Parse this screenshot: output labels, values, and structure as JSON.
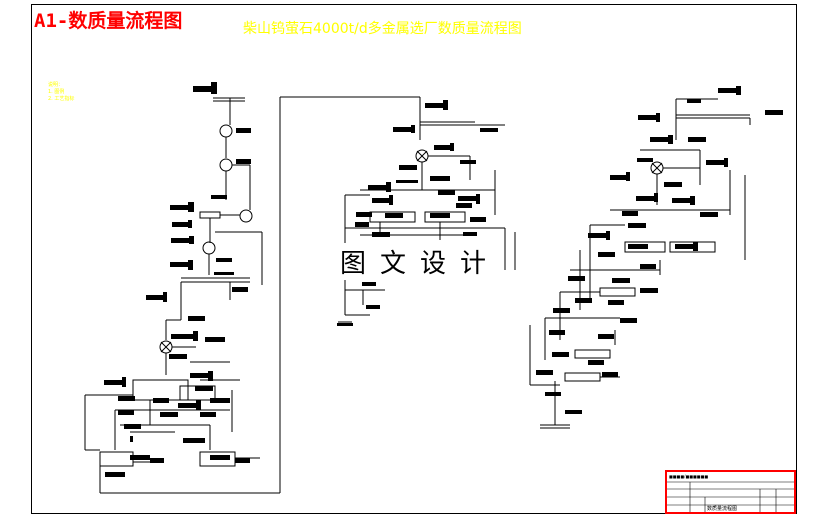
{
  "title": "A1-数质量流程图",
  "subtitle": "柴山钨萤石4000t/d多金属选厂数质量流程图",
  "watermark": "图文设计",
  "notes": {
    "heading": "说明：",
    "lines": [
      "1. 图例",
      "2. 工艺指标"
    ]
  },
  "title_block": {
    "header": "■■■■/■■■■■■",
    "drawing_name": "数质量流程图"
  },
  "colors": {
    "title": "#ff0000",
    "subtitle": "#ffff00",
    "notes": "#ffff00",
    "lines": "#000000",
    "title_block_border": "#ff0000"
  }
}
